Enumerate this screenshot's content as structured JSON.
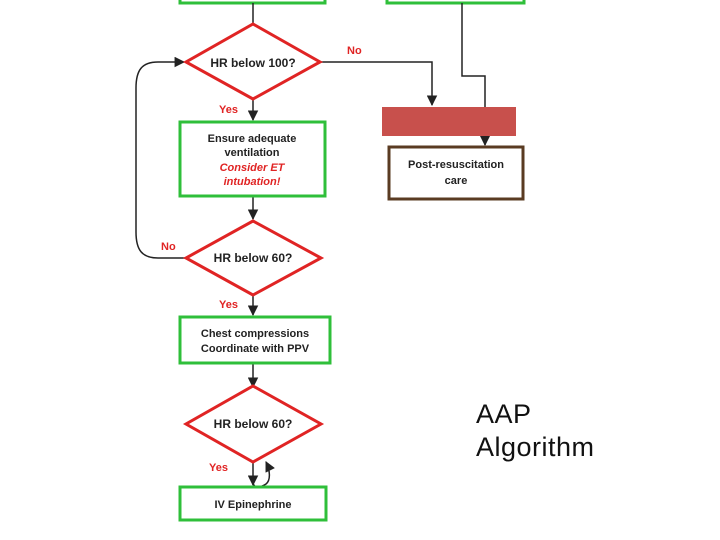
{
  "colors": {
    "process_border": "#2fbf3a",
    "decision_border": "#e02424",
    "endpoint_border": "#5a3b22",
    "banner_fill": "#c8504c",
    "yes_no_text": "#e02424",
    "emphasis_text": "#e02424",
    "arrow": "#222222"
  },
  "decisions": {
    "hr_below_100": {
      "text": "HR below 100?",
      "no_label": "No",
      "yes_label": "Yes"
    },
    "hr_below_60_first": {
      "text": "HR below 60?",
      "no_label": "No",
      "yes_label": "Yes"
    },
    "hr_below_60_second": {
      "text": "HR below 60?",
      "yes_label": "Yes"
    }
  },
  "boxes": {
    "ventilation": {
      "line1": "Ensure adequate",
      "line2": "ventilation",
      "emphasis_line1": "Consider ET",
      "emphasis_line2": "intubation!"
    },
    "compressions": {
      "line1": "Chest compressions",
      "line2": "Coordinate with PPV"
    },
    "epinephrine": {
      "text": "IV Epinephrine"
    },
    "post_resuscitation": {
      "line1": "Post-resuscitation",
      "line2": "care"
    }
  },
  "caption": {
    "line1": "AAP",
    "line2": "Algorithm"
  }
}
